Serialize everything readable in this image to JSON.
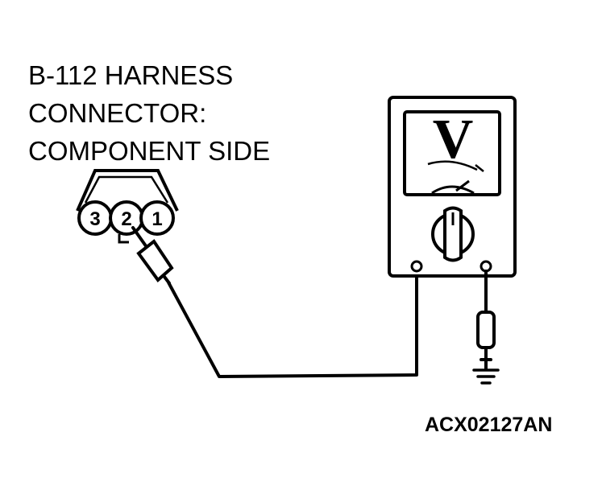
{
  "connector_caption": {
    "line1": "B-112 HARNESS",
    "line2": "CONNECTOR:",
    "line3": "COMPONENT SIDE"
  },
  "connector": {
    "pins": [
      "3",
      "2",
      "1"
    ]
  },
  "voltmeter": {
    "unit_symbol": "V"
  },
  "icons": [
    "harness-connector-icon",
    "voltmeter-icon",
    "ground-symbol-icon",
    "test-probe-icon"
  ],
  "figure_code": "ACX02127AN"
}
